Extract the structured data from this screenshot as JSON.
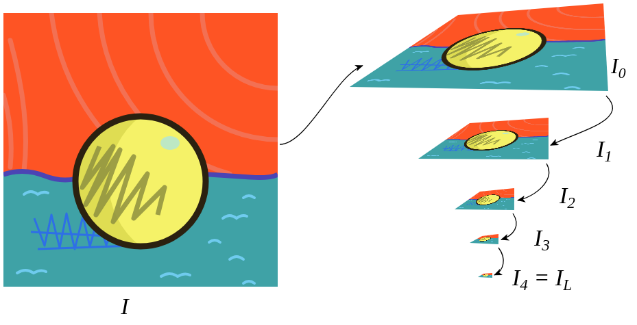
{
  "diagram": {
    "nodes": [
      {
        "text": [
          "I"
        ]
      },
      {
        "text": [
          "I0"
        ]
      },
      {
        "text": [
          "I1"
        ]
      },
      {
        "text": [
          "I2"
        ]
      },
      {
        "text": [
          "I3"
        ]
      },
      {
        "text": [
          "I4 = IL"
        ]
      }
    ],
    "edges": [
      {
        "from": 0,
        "to": 1,
        "arrow": "to"
      },
      {
        "from": 1,
        "to": 2,
        "arrow": "to"
      },
      {
        "from": 2,
        "to": 3,
        "arrow": "to"
      },
      {
        "from": 3,
        "to": 4,
        "arrow": "to"
      },
      {
        "from": 4,
        "to": 5,
        "arrow": "to"
      }
    ]
  }
}
